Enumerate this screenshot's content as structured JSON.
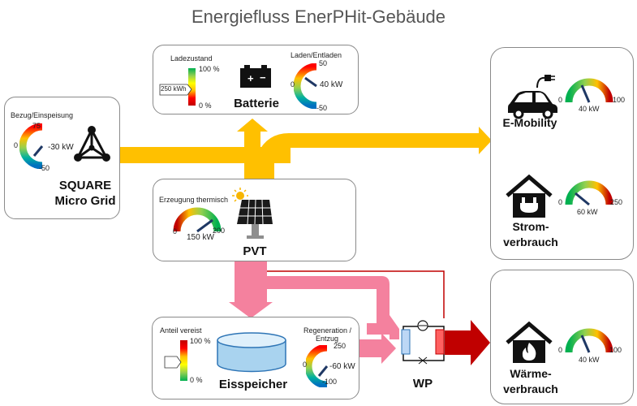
{
  "title": "Energiefluss EnerPHit-Gebäude",
  "colors": {
    "electric_flow": "#FFC000",
    "thermal_flow": "#F4819E",
    "heat_out": "#C00000",
    "box_border": "#8a8a8a"
  },
  "battery": {
    "name": "Batterie",
    "soc_label": "Ladezustand",
    "soc_max": "100 %",
    "soc_min": "0 %",
    "soc_value": "250 kWh",
    "rate_label": "Laden/Entladen",
    "rate_max": "50",
    "rate_zero": "0",
    "rate_min": "-50",
    "rate_value": "40 kW",
    "icon": "battery-icon"
  },
  "microgrid": {
    "name_line1": "SQUARE",
    "name_line2": "Micro Grid",
    "label": "Bezug/Einspeisung",
    "max": "75",
    "zero": "0",
    "min": "-50",
    "value": "-30 kW",
    "icon": "network-triangle-icon"
  },
  "pvt": {
    "name": "PVT",
    "label": "Erzeugung thermisch",
    "min": "0",
    "max": "200",
    "value": "150 kW",
    "icon": "solar-panel-icon"
  },
  "ice_storage": {
    "name": "Eisspeicher",
    "share_label": "Anteil vereist",
    "share_max": "100 %",
    "share_min": "0 %",
    "regen_label_line1": "Regeneration /",
    "regen_label_line2": "Entzug",
    "regen_max": "250",
    "regen_zero": "0",
    "regen_min": "-100",
    "regen_value": "-60 kW",
    "icon": "tank-icon"
  },
  "heat_pump": {
    "name": "WP",
    "icon": "heat-pump-icon"
  },
  "emobility": {
    "name": "E-Mobility",
    "min": "0",
    "max": "100",
    "value": "40 kW",
    "icon": "electric-car-icon"
  },
  "power": {
    "name_line1": "Strom-",
    "name_line2": "verbrauch",
    "min": "0",
    "max": "250",
    "value": "60 kW",
    "icon": "house-plug-icon"
  },
  "heat": {
    "name_line1": "Wärme-",
    "name_line2": "verbrauch",
    "min": "0",
    "max": "100",
    "value": "40 kW",
    "icon": "house-flame-icon"
  }
}
